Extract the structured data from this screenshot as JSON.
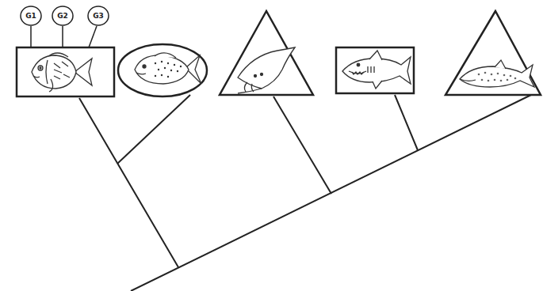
{
  "diagram": {
    "nodes": [
      {
        "text": [
          "G1"
        ]
      },
      {
        "text": [
          "G2"
        ]
      },
      {
        "text": [
          "G3"
        ]
      }
    ]
  }
}
